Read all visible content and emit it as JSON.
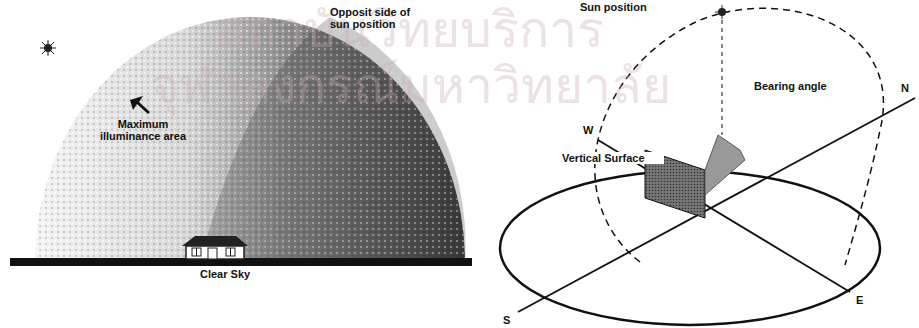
{
  "diagram": {
    "labels": [
      "สถาบันวิทยบริการ",
      "จุฬาลงกรณ์มหาวิทยาลัย",
      "Opposit side of sun position",
      "Maximum illuminance area",
      "Clear Sky",
      "Sun position",
      "Bearing angle",
      "Vertical Surface",
      "W",
      "E",
      "S",
      "N"
    ]
  }
}
